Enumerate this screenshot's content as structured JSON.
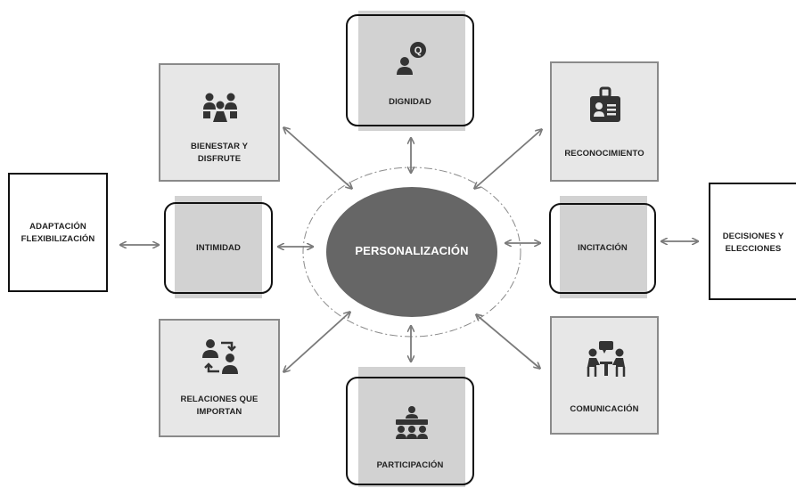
{
  "center": {
    "label": "PERSONALIZACIÓN"
  },
  "nodes": {
    "dignidad": {
      "label": "DIGNIDAD",
      "icon": "person-question-icon"
    },
    "bienestar": {
      "label": "BIENESTAR Y\nDISFRUTE",
      "icon": "people-group-icon"
    },
    "reconocimiento": {
      "label": "RECONOCIMIENTO",
      "icon": "id-badge-icon"
    },
    "intimidad": {
      "label": "INTIMIDAD"
    },
    "incitacion": {
      "label": "INCITACIÓN"
    },
    "relaciones": {
      "label": "RELACIONES QUE\nIMPORTAN",
      "icon": "person-exchange-icon"
    },
    "participacion": {
      "label": "PARTICIPACIÓN",
      "icon": "meeting-table-icon"
    },
    "comunicacion": {
      "label": "COMUNICACIÓN",
      "icon": "conversation-icon"
    }
  },
  "outer": {
    "adaptacion": {
      "label": "ADAPTACIÓN\nFLEXIBILIZACIÓN"
    },
    "decisiones": {
      "label": "DECISIONES Y\nELECCIONES"
    }
  },
  "colors": {
    "arrow": "#7a7a7a",
    "center": "#666666",
    "tile": "#e7e7e7",
    "tile_border": "#8a8a8a",
    "dark_inset": "#d2d2d2"
  }
}
